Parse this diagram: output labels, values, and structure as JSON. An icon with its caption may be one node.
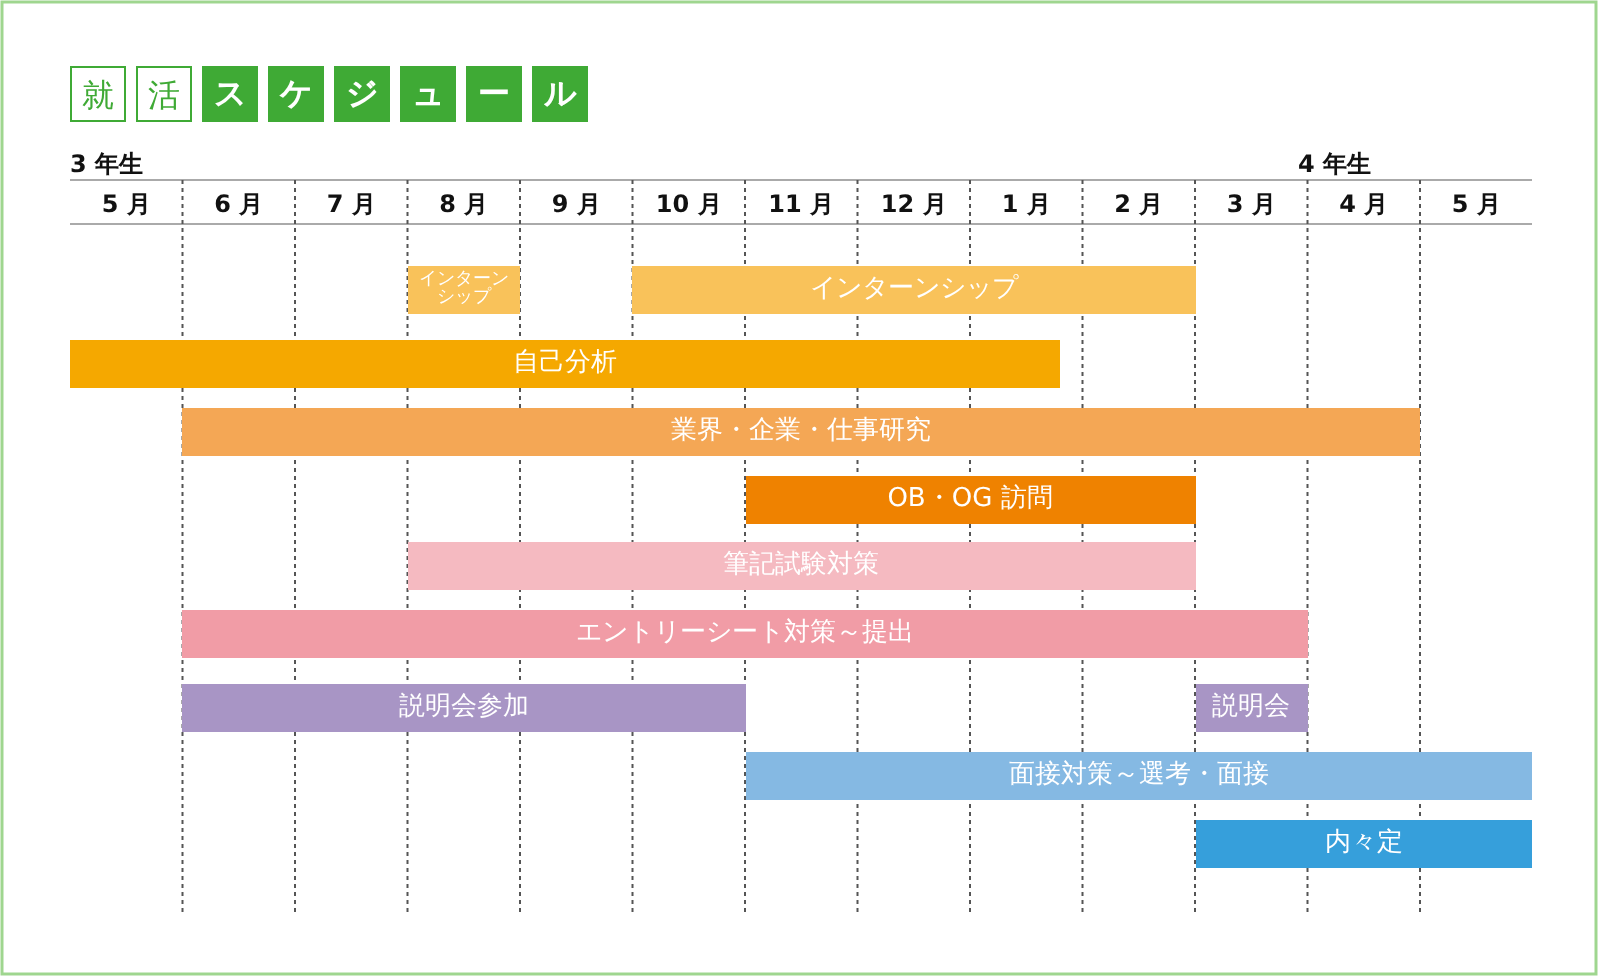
{
  "diagram": {
    "title": "就活スケジュール",
    "nodes": [
      {
        "text": [
          "インターンシップ"
        ]
      },
      {
        "text": [
          "インターンシップ"
        ]
      },
      {
        "text": [
          "自己分析"
        ]
      },
      {
        "text": [
          "業界・企業・仕事研究"
        ]
      },
      {
        "text": [
          "OB・OG 訪問"
        ]
      },
      {
        "text": [
          "筆記試験対策"
        ]
      },
      {
        "text": [
          "エントリーシート対策～提出"
        ]
      },
      {
        "text": [
          "説明会参加"
        ]
      },
      {
        "text": [
          "説明会"
        ]
      },
      {
        "text": [
          "面接対策～選考・面接"
        ]
      },
      {
        "text": [
          "内々定"
        ]
      }
    ],
    "labels": [
      "3 年生",
      "4 年生",
      "5 月",
      "6 月",
      "7 月",
      "8 月",
      "9 月",
      "10 月",
      "11 月",
      "12 月",
      "1 月",
      "2 月",
      "3 月",
      "4 月",
      "5 月"
    ]
  }
}
